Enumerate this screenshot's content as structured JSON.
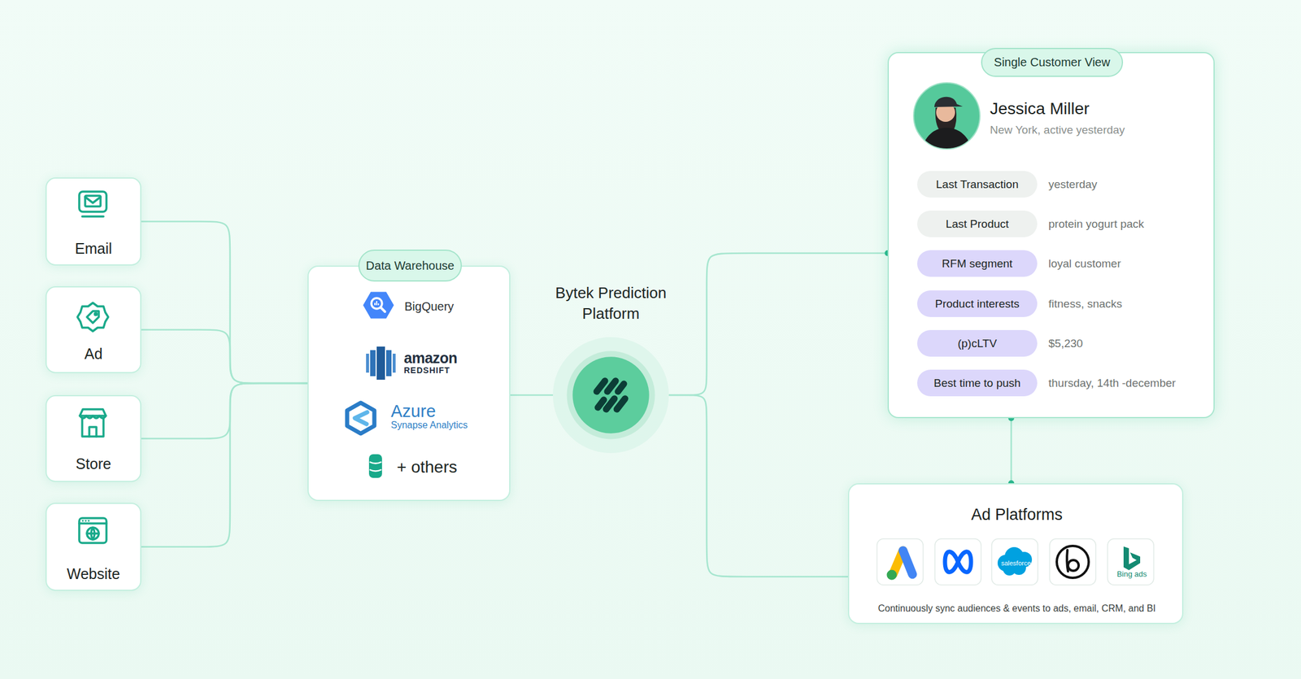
{
  "diagram": {
    "nodes": [
      {
        "text": [
          "Email"
        ]
      },
      {
        "text": [
          "Ad"
        ]
      },
      {
        "text": [
          "Store"
        ]
      },
      {
        "text": [
          "Website"
        ]
      },
      {
        "text": [
          "Data Warehouse",
          "BigQuery",
          "amazon",
          "REDSHIFT",
          "Azure",
          "Synapse Analytics",
          "+ others"
        ]
      },
      {
        "text": [
          "Bytek Prediction Platform"
        ]
      },
      {
        "text": [
          "Single Customer View",
          "Jessica Miller",
          "New York, active yesterday",
          "yesterday",
          "protein yogurt pack",
          "loyal customer",
          "fitness, snacks",
          "$5,230",
          "thursday, 14th -december"
        ]
      },
      {
        "text": [
          "Last Transaction"
        ],
        "in": 6
      },
      {
        "text": [
          "Last Product"
        ],
        "in": 6
      },
      {
        "text": [
          "RFM segment"
        ],
        "in": 6
      },
      {
        "text": [
          "Product interests"
        ],
        "in": 6
      },
      {
        "text": [
          "(p)cLTV"
        ],
        "in": 6
      },
      {
        "text": [
          "Best time to push"
        ],
        "in": 6
      },
      {
        "text": [
          "Ad Platforms",
          "salesforce",
          "Bing ads",
          "Continuously sync audiences & events to ads, email, CRM, and BI"
        ]
      }
    ],
    "edges": [
      {
        "from": 0,
        "to": 4,
        "arrow": "none"
      },
      {
        "from": 1,
        "to": 4,
        "arrow": "none"
      },
      {
        "from": 2,
        "to": 4,
        "arrow": "none"
      },
      {
        "from": 3,
        "to": 4,
        "arrow": "none"
      },
      {
        "from": 4,
        "to": 5,
        "arrow": "none"
      },
      {
        "from": 5,
        "to": 6,
        "arrow": "none"
      },
      {
        "from": 5,
        "to": 13,
        "arrow": "none"
      },
      {
        "from": 6,
        "to": 13,
        "arrow": "none"
      }
    ]
  }
}
